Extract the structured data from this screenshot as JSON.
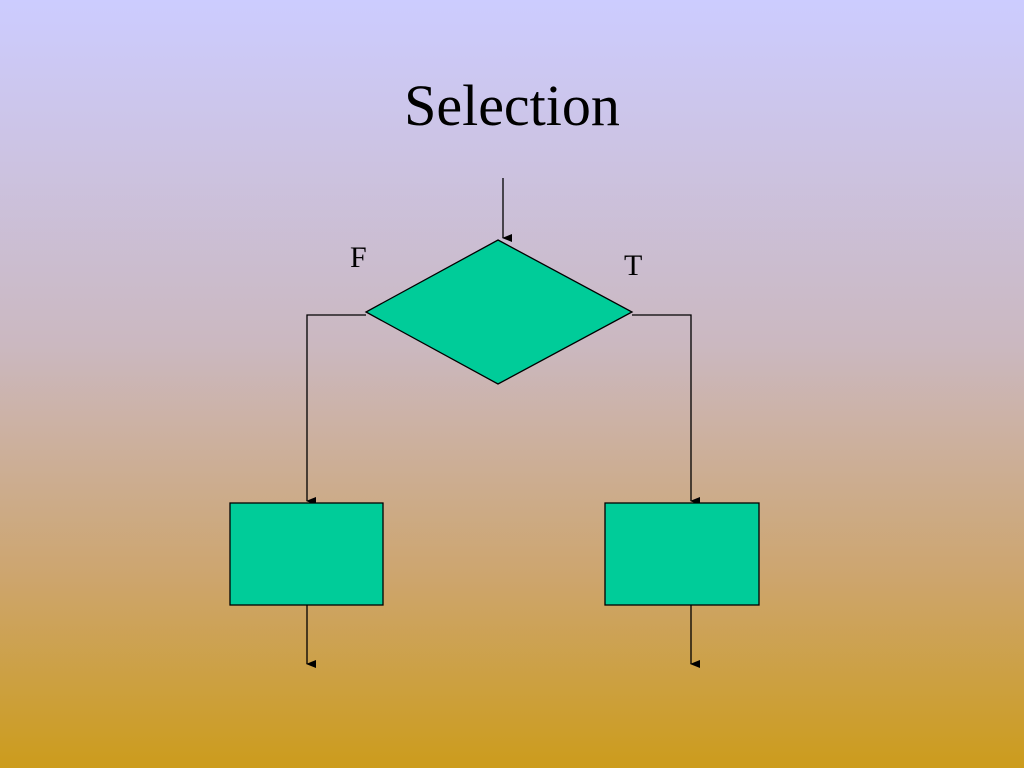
{
  "slide": {
    "title": "Selection"
  },
  "diagram": {
    "false_label": "F",
    "true_label": "T",
    "colors": {
      "shape_fill": "#00cc99",
      "stroke": "#000000"
    }
  }
}
